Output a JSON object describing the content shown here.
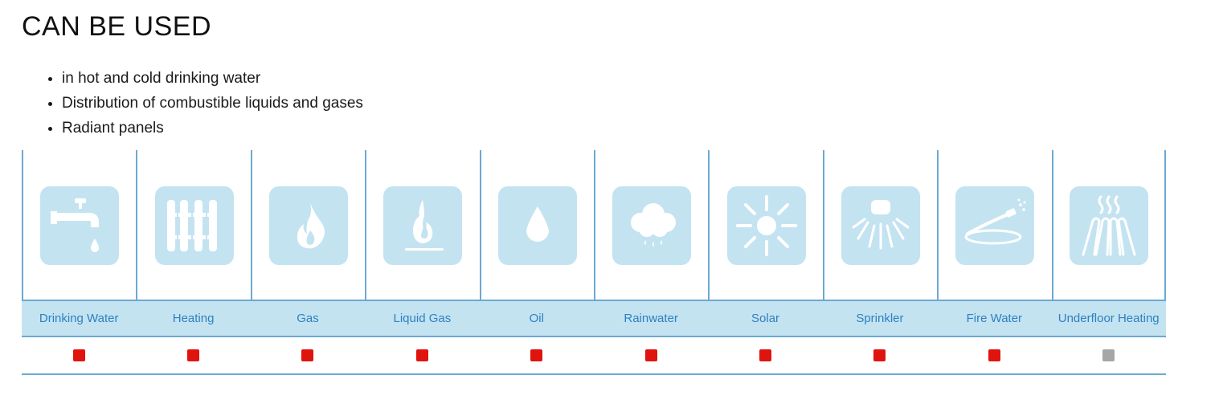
{
  "heading": "CAN BE USED",
  "uses": [
    "in hot and cold drinking water",
    "Distribution of combustible liquids and gases",
    "Radiant panels"
  ],
  "colors": {
    "applicable": "#e0140f",
    "not_applicable": "#a6a6a6",
    "icon_tile": "#c4e3f1",
    "label_text": "#2e80bf",
    "grid_line": "#6aa9d4"
  },
  "applications": [
    {
      "label": "Drinking Water",
      "icon": "faucet-icon",
      "applicable": true
    },
    {
      "label": "Heating",
      "icon": "radiator-icon",
      "applicable": true
    },
    {
      "label": "Gas",
      "icon": "flame-icon",
      "applicable": true
    },
    {
      "label": "Liquid Gas",
      "icon": "liquid-gas-flame-icon",
      "applicable": true
    },
    {
      "label": "Oil",
      "icon": "oil-drop-icon",
      "applicable": true
    },
    {
      "label": "Rainwater",
      "icon": "rain-cloud-icon",
      "applicable": true
    },
    {
      "label": "Solar",
      "icon": "sun-icon",
      "applicable": true
    },
    {
      "label": "Sprinkler",
      "icon": "sprinkler-icon",
      "applicable": true
    },
    {
      "label": "Fire Water",
      "icon": "fire-hose-icon",
      "applicable": true
    },
    {
      "label": "Underfloor Heating",
      "icon": "underfloor-heating-icon",
      "applicable": false
    }
  ]
}
